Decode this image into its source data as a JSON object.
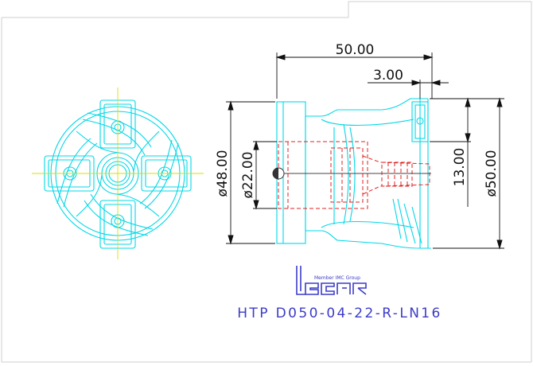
{
  "drawing": {
    "part_number": "HTP D050-04-22-R-LN16",
    "logo": {
      "tagline": "Member IMC Group",
      "wordmark": "iscar"
    },
    "dimensions": {
      "overall_length": "50.00",
      "flange_offset": "3.00",
      "body_diameter": "ø48.00",
      "bore_diameter": "ø22.00",
      "insert_height": "13.00",
      "cutting_diameter": "ø50.00"
    },
    "colors": {
      "geometry": "#00d8e8",
      "dimension": "#111111",
      "hidden_detail": "#e02020",
      "centerline": "#dede00",
      "title_text": "#3c3cc8",
      "logo": "#3c3cc8"
    }
  }
}
